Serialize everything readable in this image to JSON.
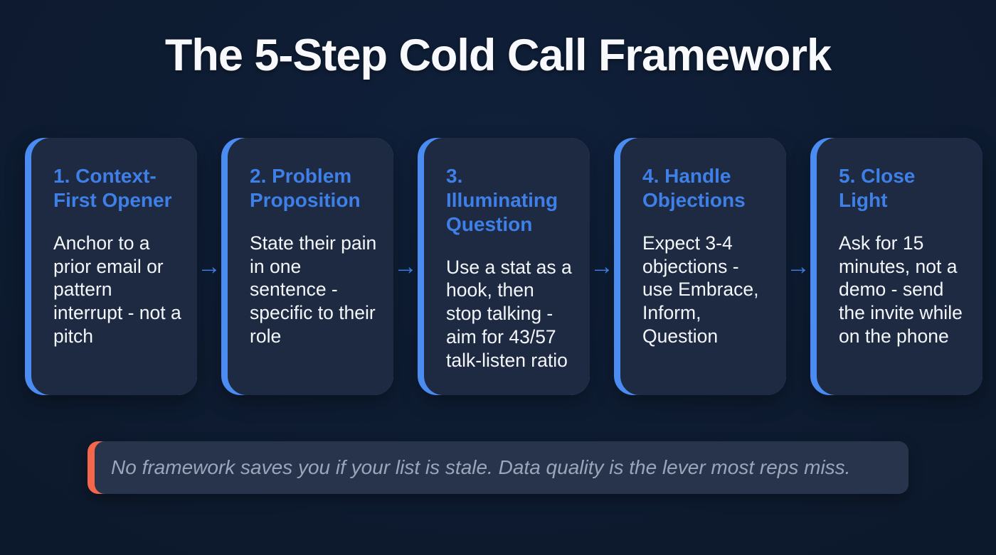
{
  "title": "The 5-Step Cold Call Framework",
  "arrow_glyph": "→",
  "steps": [
    {
      "heading": "1. Context-\nFirst Opener",
      "body": "Anchor to a prior email or pattern interrupt - not a pitch"
    },
    {
      "heading": "2. Problem\nProposition",
      "body": "State their pain in one sentence - specific to their role"
    },
    {
      "heading": "3. Illuminating\nQuestion",
      "body": "Use a stat as a hook, then stop talking - aim for 43/57 talk-listen ratio"
    },
    {
      "heading": "4. Handle\nObjections",
      "body": "Expect 3-4 objections - use Embrace, Inform, Question"
    },
    {
      "heading": "5. Close\nLight",
      "body": "Ask for 15 minutes, not a demo - send the invite while on the phone"
    }
  ],
  "note": {
    "text": "No framework saves you if your list is stale. Data quality is the lever most reps miss."
  },
  "colors": {
    "background": "#0d1a2e",
    "card_background": "#1d2a42",
    "card_accent_blue": "#4a8cf2",
    "heading_blue": "#3e7fe8",
    "arrow_blue": "#3f86f0",
    "body_text": "#f3f6fa",
    "note_background": "#28334c",
    "note_accent_coral": "#f5674a",
    "note_text": "#9aa6b9",
    "title_text": "#f7f9fc"
  }
}
